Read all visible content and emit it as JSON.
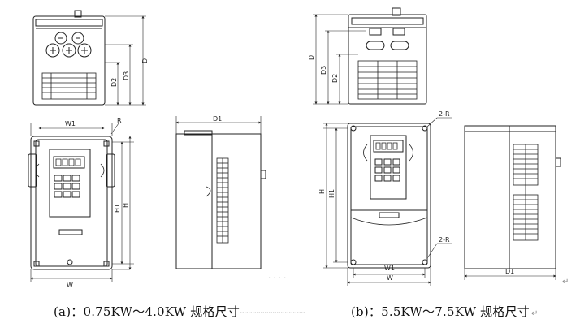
{
  "labels": {
    "a_top_D": "D",
    "a_top_D3": "D3",
    "a_top_D2": "D2",
    "a_front_W1": "W1",
    "a_front_R": "R",
    "a_front_H1": "H1",
    "a_front_H": "H",
    "a_front_W": "W",
    "a_side_D1": "D1",
    "b_top_D": "D",
    "b_top_D3": "D3",
    "b_top_D2": "D2",
    "b_front_2R_top": "2-R",
    "b_front_H": "H",
    "b_front_H1": "H1",
    "b_front_2R_bottom": "2-R",
    "b_front_W1": "W1",
    "b_front_W": "W",
    "b_side_D1": "D1"
  },
  "captions": {
    "a": "(a)：0.75KW～4.0KW 规格尺寸",
    "b": "(b)：5.5KW～7.5KW 规格尺寸"
  },
  "dots": "································",
  "return_mark": "↵"
}
